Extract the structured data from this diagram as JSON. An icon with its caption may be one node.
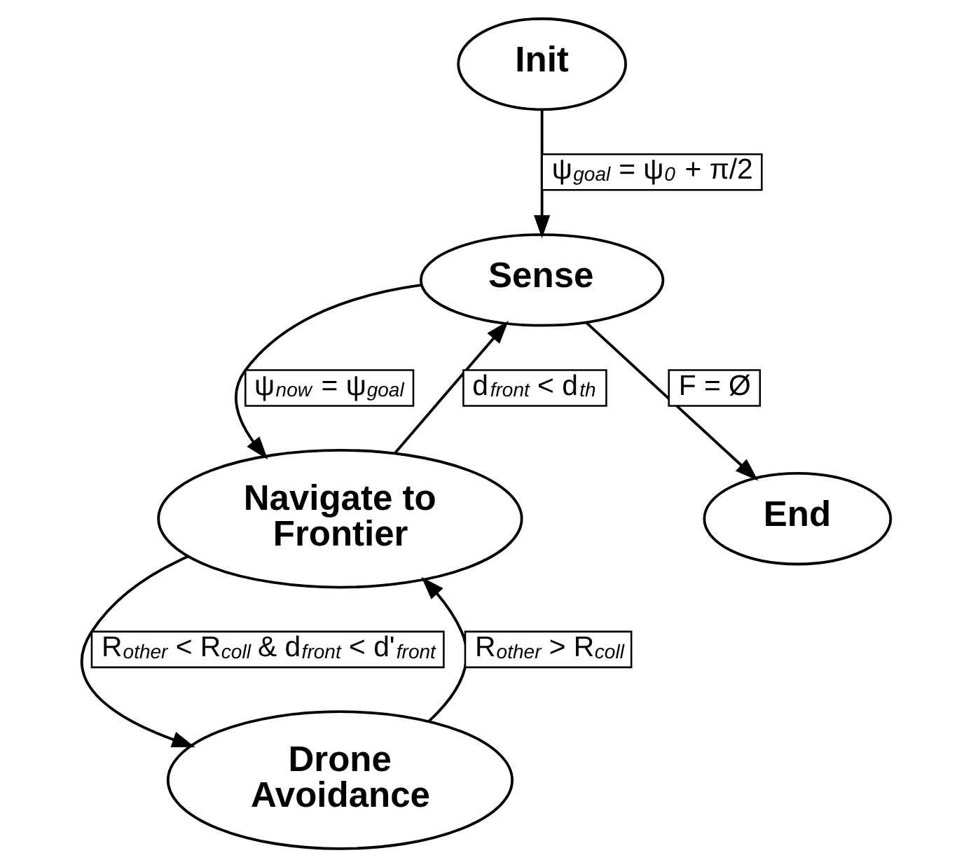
{
  "diagram": {
    "nodes": [
      {
        "text": [
          "Init"
        ]
      },
      {
        "text": [
          "Sense"
        ]
      },
      {
        "text": [
          "Navigate to Frontier"
        ]
      },
      {
        "text": [
          "End"
        ]
      },
      {
        "text": [
          "Drone Avoidance"
        ]
      }
    ],
    "edges": [
      {
        "from": 0,
        "to": 1,
        "arrow": "to",
        "label": "ψ$_{goal}$ = ψ$_{0}$ + π/2"
      },
      {
        "from": 1,
        "to": 2,
        "arrow": "to",
        "label": "ψ$_{now}$ = ψ$_{goal}$"
      },
      {
        "from": 2,
        "to": 1,
        "arrow": "to",
        "label": "d$_{front}$ < d$_{th}$"
      },
      {
        "from": 1,
        "to": 3,
        "arrow": "to",
        "label": "F = Ø"
      },
      {
        "from": 2,
        "to": 4,
        "arrow": "to",
        "label": "R$_{other}$ < R$_{coll}$ & d$_{front}$ < d'$_{front}$"
      },
      {
        "from": 4,
        "to": 2,
        "arrow": "to",
        "label": "R$_{other}$ > R$_{coll}$"
      }
    ]
  }
}
